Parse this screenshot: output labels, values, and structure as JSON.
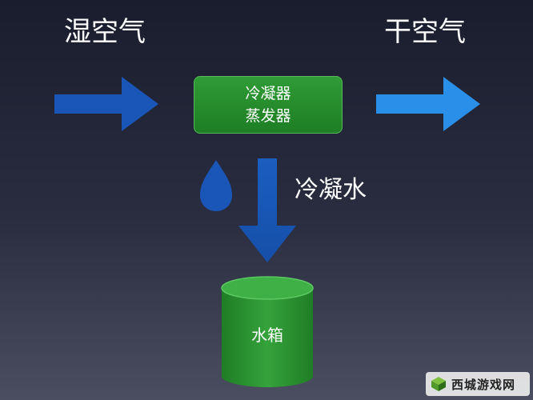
{
  "labels": {
    "input": "湿空气",
    "output": "干空气",
    "condensate": "冷凝水"
  },
  "unit_box": {
    "line1": "冷凝器",
    "line2": "蒸发器"
  },
  "tank": {
    "label": "水箱"
  },
  "watermark": {
    "text": "西城游戏网"
  },
  "colors": {
    "arrow_dark_blue": "#1a56b8",
    "arrow_light_blue": "#2a8fe8",
    "box_green": "#2a8f30",
    "tank_green": "#2f9b35",
    "drop_blue": "#1a56b8"
  }
}
